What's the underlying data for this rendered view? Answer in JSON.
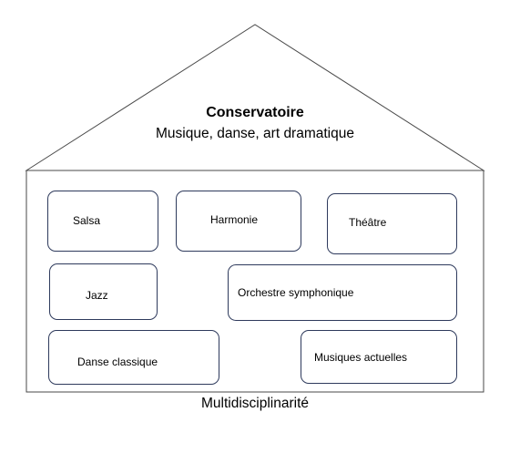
{
  "roof": {
    "title": "Conservatoire",
    "subtitle": "Musique, danse, art dramatique"
  },
  "boxes": {
    "salsa": "Salsa",
    "harmonie": "Harmonie",
    "theatre": "Théâtre",
    "jazz": "Jazz",
    "orchestre": "Orchestre symphonique",
    "danse": "Danse classique",
    "musiques": "Musiques actuelles"
  },
  "caption": "Multidisciplinarité"
}
